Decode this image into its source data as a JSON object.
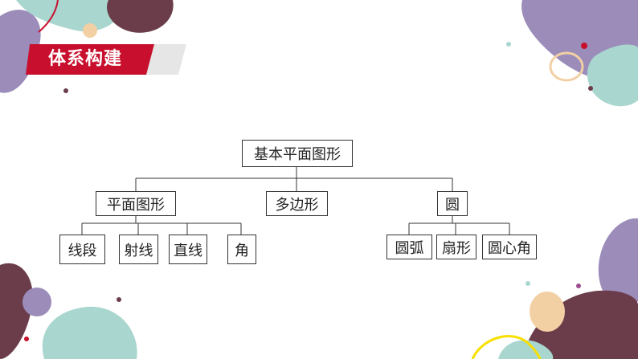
{
  "section_title": "体系构建",
  "colors": {
    "banner_red": "#c8102e",
    "teal": "#a9d6cf",
    "purple": "#9b8cba",
    "maroon": "#6b3d4a",
    "yellow": "#f7e000",
    "peach": "#f2d0a4"
  },
  "tree": {
    "root": "基本平面图形",
    "branches": [
      {
        "label": "平面图形",
        "children": [
          "线段",
          "射线",
          "直线",
          "角"
        ]
      },
      {
        "label": "多边形",
        "children": []
      },
      {
        "label": "圆",
        "children": [
          "圆弧",
          "扇形",
          "圆心角"
        ]
      }
    ]
  }
}
